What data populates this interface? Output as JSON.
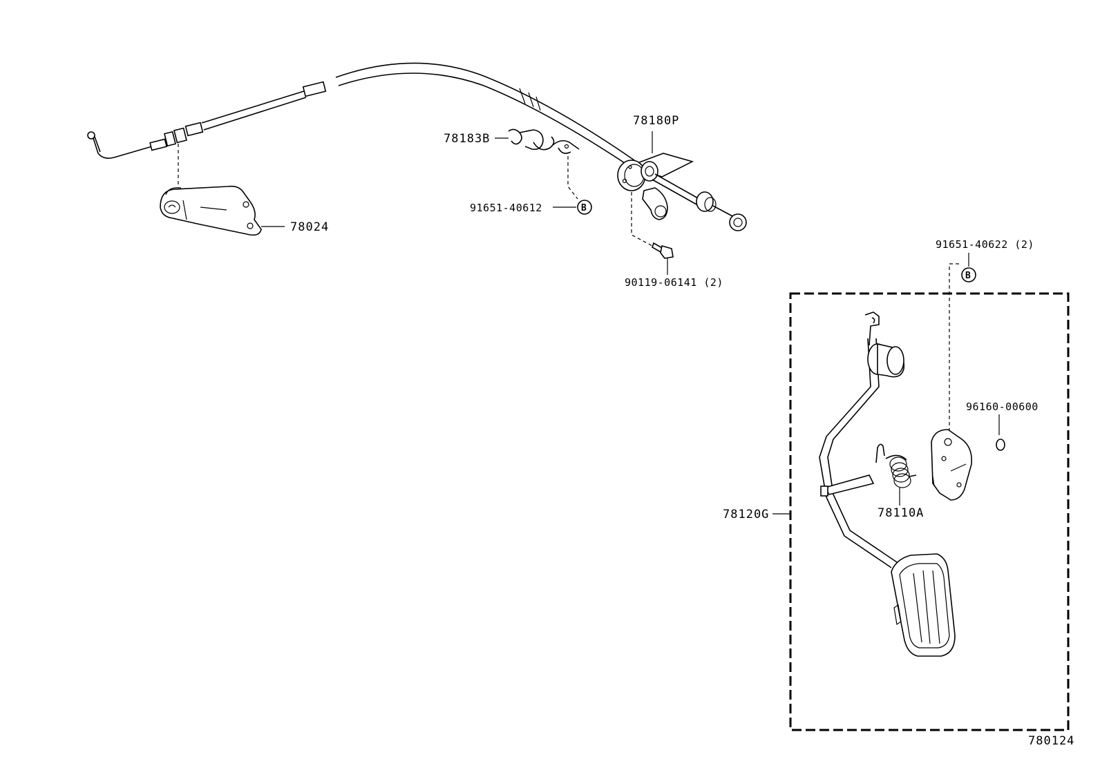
{
  "parts": {
    "bracket": "78024",
    "cable_clip": "78183B",
    "cable_assembly": "78180P",
    "clip_left": "91651-40612",
    "bolt": "90119-06141 (2)",
    "clip_right": "91651-40622 (2)",
    "ring": "96160-00600",
    "spring": "78110A",
    "pedal_assembly": "78120G"
  },
  "markers": {
    "b_left": "B",
    "b_right": "B"
  },
  "reference": "780124"
}
